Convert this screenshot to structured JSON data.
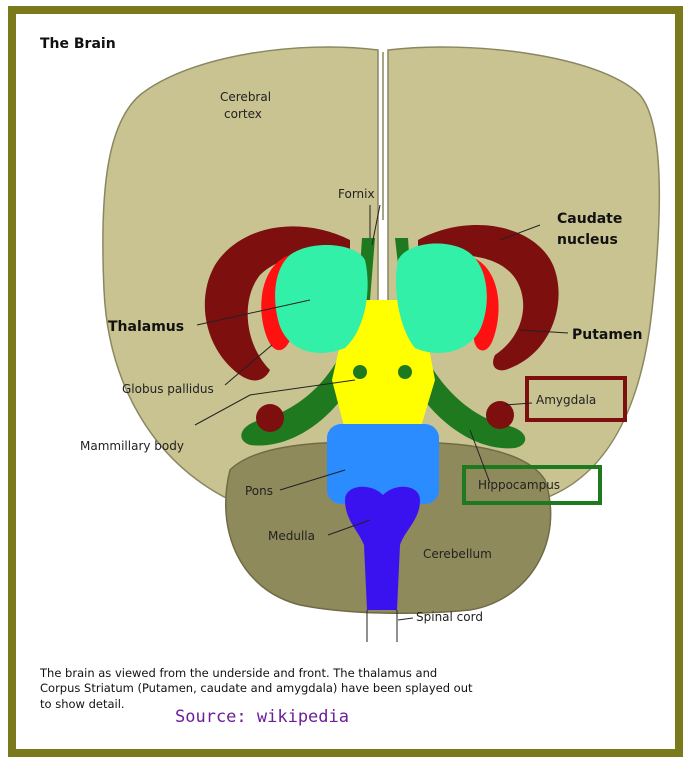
{
  "title": "The Brain",
  "labels": {
    "cerebral_cortex_1": "Cerebral",
    "cerebral_cortex_2": "cortex",
    "fornix": "Fornix",
    "caudate_1": "Caudate",
    "caudate_2": "nucleus",
    "thalamus": "Thalamus",
    "putamen": "Putamen",
    "globus_pallidus": "Globus pallidus",
    "amygdala": "Amygdala",
    "mammillary_body": "Mammillary body",
    "hippocampus": "Hippocampus",
    "pons": "Pons",
    "medulla": "Medulla",
    "cerebellum": "Cerebellum",
    "spinal_cord": "Spinal cord"
  },
  "caption": {
    "line1": "The brain as viewed from the underside and front.  The thalamus and",
    "line2": "Corpus Striatum (Putamen, caudate and amygdala) have been splayed out",
    "line3": "to show detail.",
    "source": "Source: wikipedia"
  },
  "colors": {
    "frame": "#7a7a1c",
    "cortex": "#c8c391",
    "cerebellum": "#8f8a5c",
    "caudate": "#7d0f0f",
    "putamen": "#ff1111",
    "thalamus": "#33f0a8",
    "fornix": "#1f7a1f",
    "brainstem_upper": "#ffff00",
    "pons": "#2a8cff",
    "medulla": "#3a12f0",
    "amygdala_box": "#7d0f0f",
    "hippocampus_box": "#1f7a1f",
    "source_text": "#6b1f9a"
  }
}
